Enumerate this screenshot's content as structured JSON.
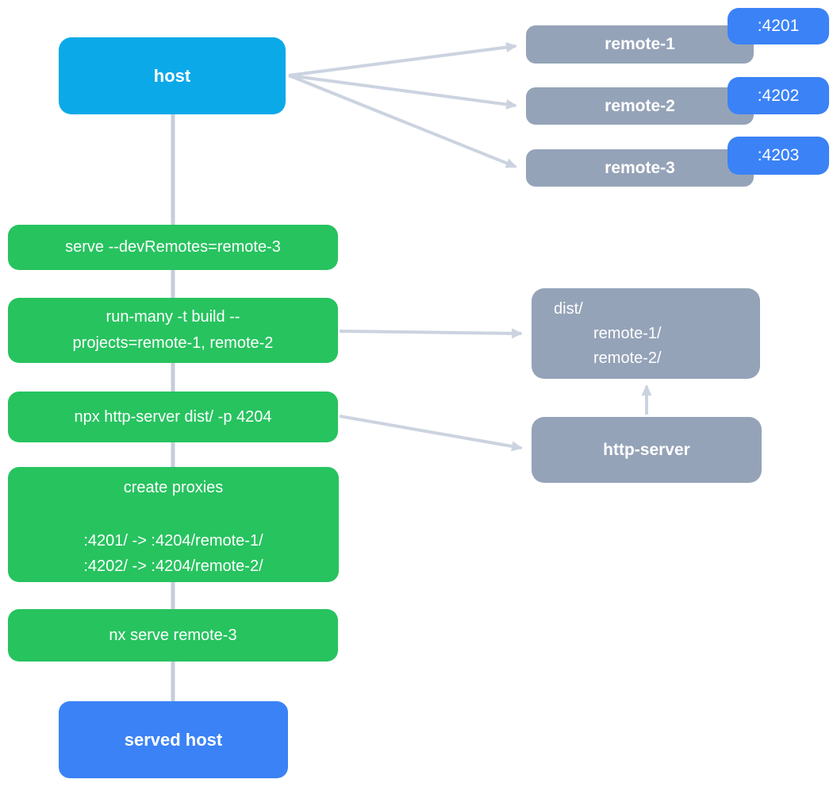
{
  "colors": {
    "host_blue": "#0ca9e8",
    "action_green": "#27c35f",
    "node_gray": "#95a3b8",
    "port_blue": "#3b82f6",
    "arrow_gray": "#ccd3e0",
    "text_white": "#ffffff"
  },
  "host": {
    "label": "host"
  },
  "remotes": [
    {
      "label": "remote-1",
      "port": ":4201"
    },
    {
      "label": "remote-2",
      "port": ":4202"
    },
    {
      "label": "remote-3",
      "port": ":4203"
    }
  ],
  "steps": {
    "serve": "serve --devRemotes=remote-3",
    "run_many_line1": "run-many -t build --",
    "run_many_line2": "projects=remote-1, remote-2",
    "http_server_cmd": "npx http-server dist/ -p 4204",
    "proxies_title": "create proxies",
    "proxies_line1": ":4201/ -> :4204/remote-1/",
    "proxies_line2": ":4202/ -> :4204/remote-2/",
    "nx_serve": "nx serve remote-3"
  },
  "dist": {
    "line1": "dist/",
    "line2": "remote-1/",
    "line3": "remote-2/"
  },
  "http_server": {
    "label": "http-server"
  },
  "served_host": {
    "label": "served host"
  }
}
